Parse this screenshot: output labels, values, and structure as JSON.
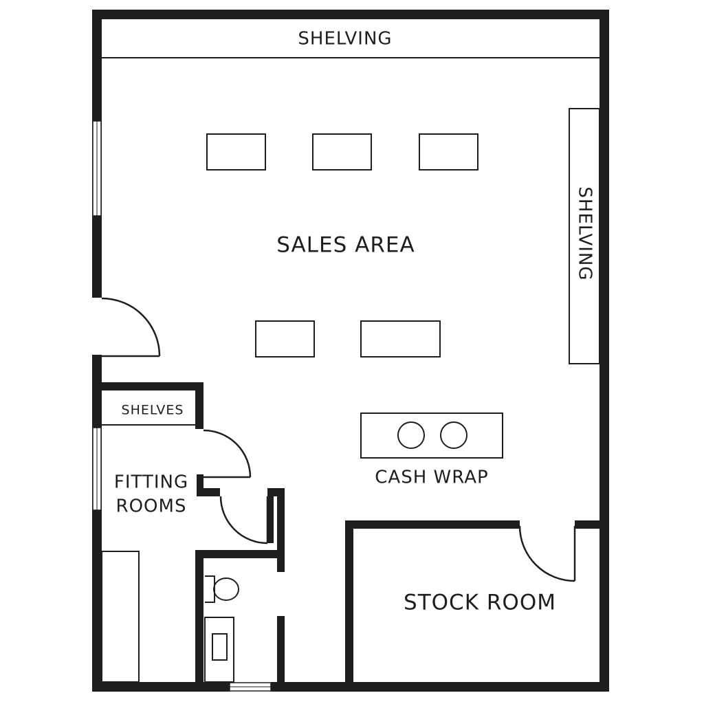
{
  "labels": {
    "shelving_top": "SHELVING",
    "shelving_right": "SHELVING",
    "sales_area": "SALES AREA",
    "shelves": "SHELVES",
    "fitting_line1": "FITTING",
    "fitting_line2": "ROOMS",
    "cash_wrap": "CASH WRAP",
    "stock_room": "STOCK ROOM"
  },
  "colors": {
    "wall": "#1e1e1e",
    "background": "#ffffff"
  }
}
